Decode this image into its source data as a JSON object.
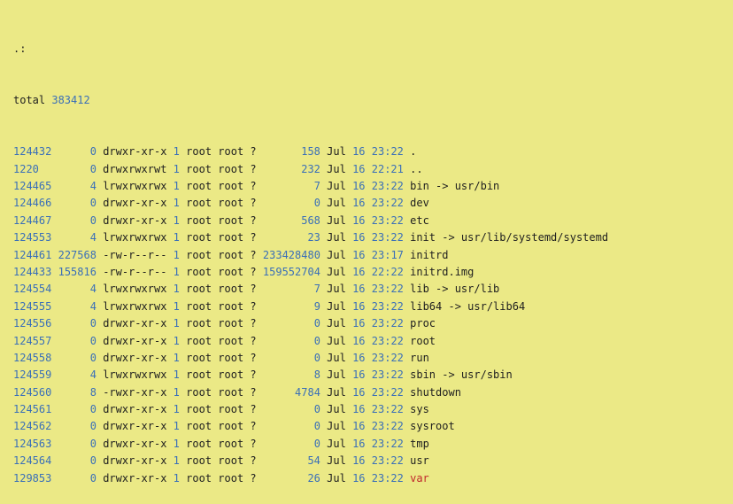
{
  "terminal": {
    "dir_header": ".:",
    "total_label": "total",
    "total_value": "383412",
    "colors": {
      "background": "#ebe986",
      "text": "#1f1f1f",
      "number": "#3a6fb8",
      "highlight": "#c0282c"
    },
    "rows": [
      {
        "inode": "124432",
        "blocks": "0",
        "perms": "drwxr-xr-x",
        "links": "1",
        "owner": "root",
        "group": "root",
        "ctx": "?",
        "size": "158",
        "month": "Jul",
        "day": "16",
        "time": "23:22",
        "name": "."
      },
      {
        "inode": "1220",
        "blocks": "0",
        "perms": "drwxrwxrwt",
        "links": "1",
        "owner": "root",
        "group": "root",
        "ctx": "?",
        "size": "232",
        "month": "Jul",
        "day": "16",
        "time": "22:21",
        "name": ".."
      },
      {
        "inode": "124465",
        "blocks": "4",
        "perms": "lrwxrwxrwx",
        "links": "1",
        "owner": "root",
        "group": "root",
        "ctx": "?",
        "size": "7",
        "month": "Jul",
        "day": "16",
        "time": "23:22",
        "name": "bin -> usr/bin"
      },
      {
        "inode": "124466",
        "blocks": "0",
        "perms": "drwxr-xr-x",
        "links": "1",
        "owner": "root",
        "group": "root",
        "ctx": "?",
        "size": "0",
        "month": "Jul",
        "day": "16",
        "time": "23:22",
        "name": "dev"
      },
      {
        "inode": "124467",
        "blocks": "0",
        "perms": "drwxr-xr-x",
        "links": "1",
        "owner": "root",
        "group": "root",
        "ctx": "?",
        "size": "568",
        "month": "Jul",
        "day": "16",
        "time": "23:22",
        "name": "etc"
      },
      {
        "inode": "124553",
        "blocks": "4",
        "perms": "lrwxrwxrwx",
        "links": "1",
        "owner": "root",
        "group": "root",
        "ctx": "?",
        "size": "23",
        "month": "Jul",
        "day": "16",
        "time": "23:22",
        "name": "init -> usr/lib/systemd/systemd"
      },
      {
        "inode": "124461",
        "blocks": "227568",
        "perms": "-rw-r--r--",
        "links": "1",
        "owner": "root",
        "group": "root",
        "ctx": "?",
        "size": "233428480",
        "month": "Jul",
        "day": "16",
        "time": "23:17",
        "name": "initrd"
      },
      {
        "inode": "124433",
        "blocks": "155816",
        "perms": "-rw-r--r--",
        "links": "1",
        "owner": "root",
        "group": "root",
        "ctx": "?",
        "size": "159552704",
        "month": "Jul",
        "day": "16",
        "time": "22:22",
        "name": "initrd.img"
      },
      {
        "inode": "124554",
        "blocks": "4",
        "perms": "lrwxrwxrwx",
        "links": "1",
        "owner": "root",
        "group": "root",
        "ctx": "?",
        "size": "7",
        "month": "Jul",
        "day": "16",
        "time": "23:22",
        "name": "lib -> usr/lib"
      },
      {
        "inode": "124555",
        "blocks": "4",
        "perms": "lrwxrwxrwx",
        "links": "1",
        "owner": "root",
        "group": "root",
        "ctx": "?",
        "size": "9",
        "month": "Jul",
        "day": "16",
        "time": "23:22",
        "name": "lib64 -> usr/lib64"
      },
      {
        "inode": "124556",
        "blocks": "0",
        "perms": "drwxr-xr-x",
        "links": "1",
        "owner": "root",
        "group": "root",
        "ctx": "?",
        "size": "0",
        "month": "Jul",
        "day": "16",
        "time": "23:22",
        "name": "proc"
      },
      {
        "inode": "124557",
        "blocks": "0",
        "perms": "drwxr-xr-x",
        "links": "1",
        "owner": "root",
        "group": "root",
        "ctx": "?",
        "size": "0",
        "month": "Jul",
        "day": "16",
        "time": "23:22",
        "name": "root"
      },
      {
        "inode": "124558",
        "blocks": "0",
        "perms": "drwxr-xr-x",
        "links": "1",
        "owner": "root",
        "group": "root",
        "ctx": "?",
        "size": "0",
        "month": "Jul",
        "day": "16",
        "time": "23:22",
        "name": "run"
      },
      {
        "inode": "124559",
        "blocks": "4",
        "perms": "lrwxrwxrwx",
        "links": "1",
        "owner": "root",
        "group": "root",
        "ctx": "?",
        "size": "8",
        "month": "Jul",
        "day": "16",
        "time": "23:22",
        "name": "sbin -> usr/sbin"
      },
      {
        "inode": "124560",
        "blocks": "8",
        "perms": "-rwxr-xr-x",
        "links": "1",
        "owner": "root",
        "group": "root",
        "ctx": "?",
        "size": "4784",
        "month": "Jul",
        "day": "16",
        "time": "23:22",
        "name": "shutdown"
      },
      {
        "inode": "124561",
        "blocks": "0",
        "perms": "drwxr-xr-x",
        "links": "1",
        "owner": "root",
        "group": "root",
        "ctx": "?",
        "size": "0",
        "month": "Jul",
        "day": "16",
        "time": "23:22",
        "name": "sys"
      },
      {
        "inode": "124562",
        "blocks": "0",
        "perms": "drwxr-xr-x",
        "links": "1",
        "owner": "root",
        "group": "root",
        "ctx": "?",
        "size": "0",
        "month": "Jul",
        "day": "16",
        "time": "23:22",
        "name": "sysroot"
      },
      {
        "inode": "124563",
        "blocks": "0",
        "perms": "drwxr-xr-x",
        "links": "1",
        "owner": "root",
        "group": "root",
        "ctx": "?",
        "size": "0",
        "month": "Jul",
        "day": "16",
        "time": "23:22",
        "name": "tmp"
      },
      {
        "inode": "124564",
        "blocks": "0",
        "perms": "drwxr-xr-x",
        "links": "1",
        "owner": "root",
        "group": "root",
        "ctx": "?",
        "size": "54",
        "month": "Jul",
        "day": "16",
        "time": "23:22",
        "name": "usr"
      },
      {
        "inode": "129853",
        "blocks": "0",
        "perms": "drwxr-xr-x",
        "links": "1",
        "owner": "root",
        "group": "root",
        "ctx": "?",
        "size": "26",
        "month": "Jul",
        "day": "16",
        "time": "23:22",
        "name": "var",
        "name_highlight": true
      }
    ]
  }
}
